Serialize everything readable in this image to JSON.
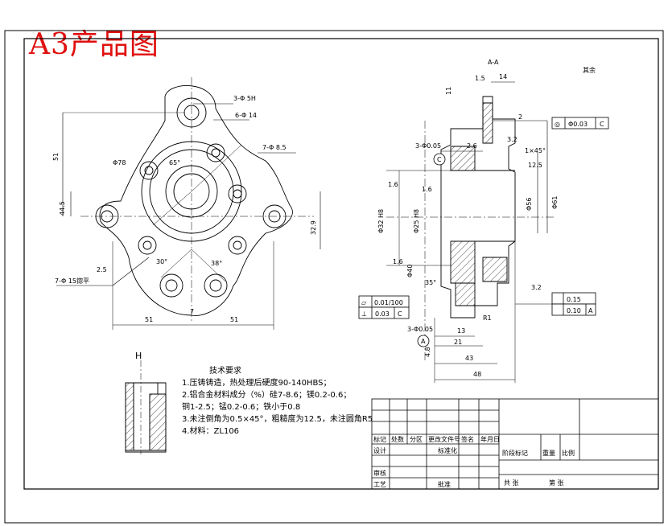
{
  "title": "A3产品图",
  "roughness_note": "其余",
  "section_label": "A-A",
  "left_view": {
    "label_3holes": "3-Φ 5H",
    "label_6holes": "6-Φ 14",
    "label_7holes_thread": "7-Φ 8.5",
    "label_7holes_depth": "7-Φ 15锪平",
    "dim_width_left": "51",
    "dim_width_right": "51",
    "dim_height_51": "51",
    "dim_44": "44.5",
    "dim_32": "32.9",
    "dim_78": "Φ78",
    "angle_65": "65°",
    "angle_30": "30°",
    "angle_38": "38°",
    "dim_25": "2.5",
    "dim_7": "7"
  },
  "right_view": {
    "dim_14": "14",
    "dim_15": "1.5",
    "dim_11": "11",
    "dim_2": "2",
    "dim_1_6_top": "1.6",
    "dim_1_6_mid": "1.6",
    "dim_1_6_low": "1.6",
    "chamfer": "1×45°",
    "dim_12_5": "12.5",
    "thread_3": "3-Φ0.05",
    "dim_2_6": "2.6",
    "dim_3_2": "3.2",
    "dia_32": "Φ32 H8",
    "dia_25": "Φ25 H8",
    "dia_61": "Φ61",
    "dia_56": "Φ56",
    "dia_40": "Φ40",
    "dim_13": "13",
    "dim_21": "21",
    "dim_43": "43",
    "dim_48": "48",
    "dim_3_06": "3-Φ0.05",
    "dim_4_8": "4.8",
    "angle_35": "35°",
    "radius": "R1",
    "datum_a": "A",
    "datum_c": "C"
  },
  "tolerances": {
    "concentricity_symbol": "◎",
    "concentricity_value": "Φ0.03",
    "concentricity_datum": "C",
    "flat_symbol": "▱",
    "flat_value": "0.01/100",
    "perp_symbol": "⊥",
    "perp_value": "0.03",
    "perp_datum": "C",
    "parallel_value": "0.15",
    "parallel_value2": "0.10",
    "parallel_datum": "A"
  },
  "detail_label": "H",
  "tech_requirements": {
    "heading": "技术要求",
    "lines": [
      "1.压铸铸造，热处理后硬度90-140HBS；",
      "2.铝合金材料成分（%）硅7-8.6；镁0.2-0.6；",
      "  铜1-2.5；锰0.2-0.6；铁小于0.8",
      "3.未注倒角为0.5×45°，粗糙度为12.5，未注圆角R5",
      "4.材料：ZL106"
    ]
  },
  "title_block": {
    "row1": [
      "标记",
      "处数",
      "分区",
      "更改文件号",
      "签名",
      "年月日"
    ],
    "design": "设计",
    "standard": "标准化",
    "stage_headers": [
      "阶段标记",
      "重量",
      "比例"
    ],
    "review": "审核",
    "process": "工艺",
    "approve": "批准",
    "sheets_total": "共 张",
    "sheet_no": "第 张"
  }
}
